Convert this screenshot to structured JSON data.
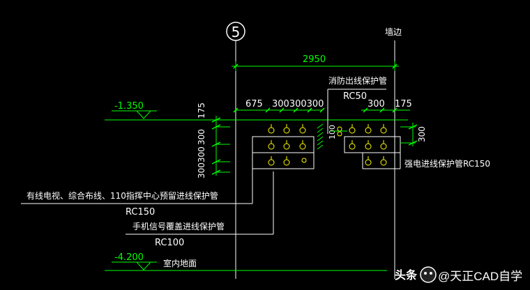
{
  "drawing": {
    "axis_label": "5",
    "wall_edge_label": "墙边",
    "dims": {
      "total": "2950",
      "top_left": "675",
      "top_mid": "300300300",
      "top_right_a": "300",
      "top_right_b": "175",
      "left_vert_175": "175",
      "left_vert_300": "300",
      "left_vert_300300": "300300",
      "right_vert_300": "300",
      "mid_100": "100"
    },
    "elevations": {
      "top": "-1.350",
      "bottom": "-4.200"
    },
    "callouts": {
      "fire_label": "消防出线保护管",
      "fire_size": "RC50",
      "power_label": "强电进线保护管RC150",
      "cable_label": "有线电视、综合布线、110指挥中心预留进线保护管",
      "cable_size": "RC150",
      "mobile_label": "手机信号覆盖进线保护管",
      "mobile_size": "RC100",
      "indoor_floor": "室内地面"
    },
    "colors": {
      "background": "#000000",
      "lines": "#ffffff",
      "dimensions": "#00ff00",
      "pipes": "#ffff00"
    }
  },
  "watermark": {
    "prefix": "头条",
    "handle": "@天正CAD自学"
  }
}
